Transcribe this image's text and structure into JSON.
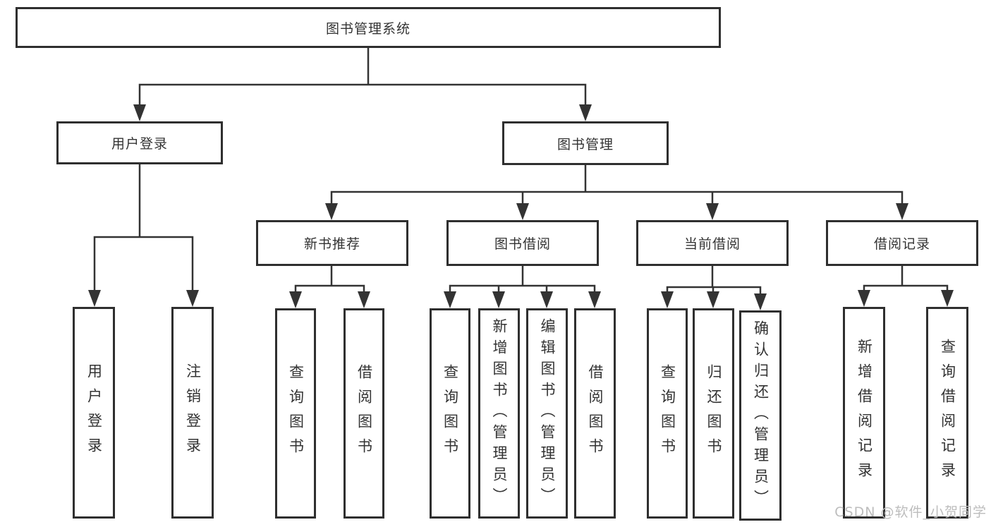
{
  "diagram": {
    "nodes": {
      "root": "图书管理系统",
      "user_login": "用户登录",
      "book_mgmt": "图书管理",
      "new_book": "新书推荐",
      "book_borrow": "图书借阅",
      "current_borrow": "当前借阅",
      "borrow_record": "借阅记录",
      "leaf_user_login": "用户登录",
      "leaf_logout": "注销登录",
      "leaf_nb_query": "查询图书",
      "leaf_nb_borrow": "借阅图书",
      "leaf_bb_query": "查询图书",
      "leaf_bb_add": "新增图书（管理员）",
      "leaf_bb_edit": "编辑图书（管理员）",
      "leaf_bb_borrow": "借阅图书",
      "leaf_cb_query": "查询图书",
      "leaf_cb_return": "归还图书",
      "leaf_cb_confirm": "确认归还（管理员）",
      "leaf_br_add": "新增借阅记录",
      "leaf_br_query": "查询借阅记录"
    },
    "watermark": "CSDN @软件_小贺同学",
    "colors": {
      "line": "#333333",
      "border": "#2f2f2f",
      "text": "#333333",
      "box_bg": "#ffffff",
      "watermark": "#bdbdbd",
      "background": "#ffffff"
    }
  }
}
